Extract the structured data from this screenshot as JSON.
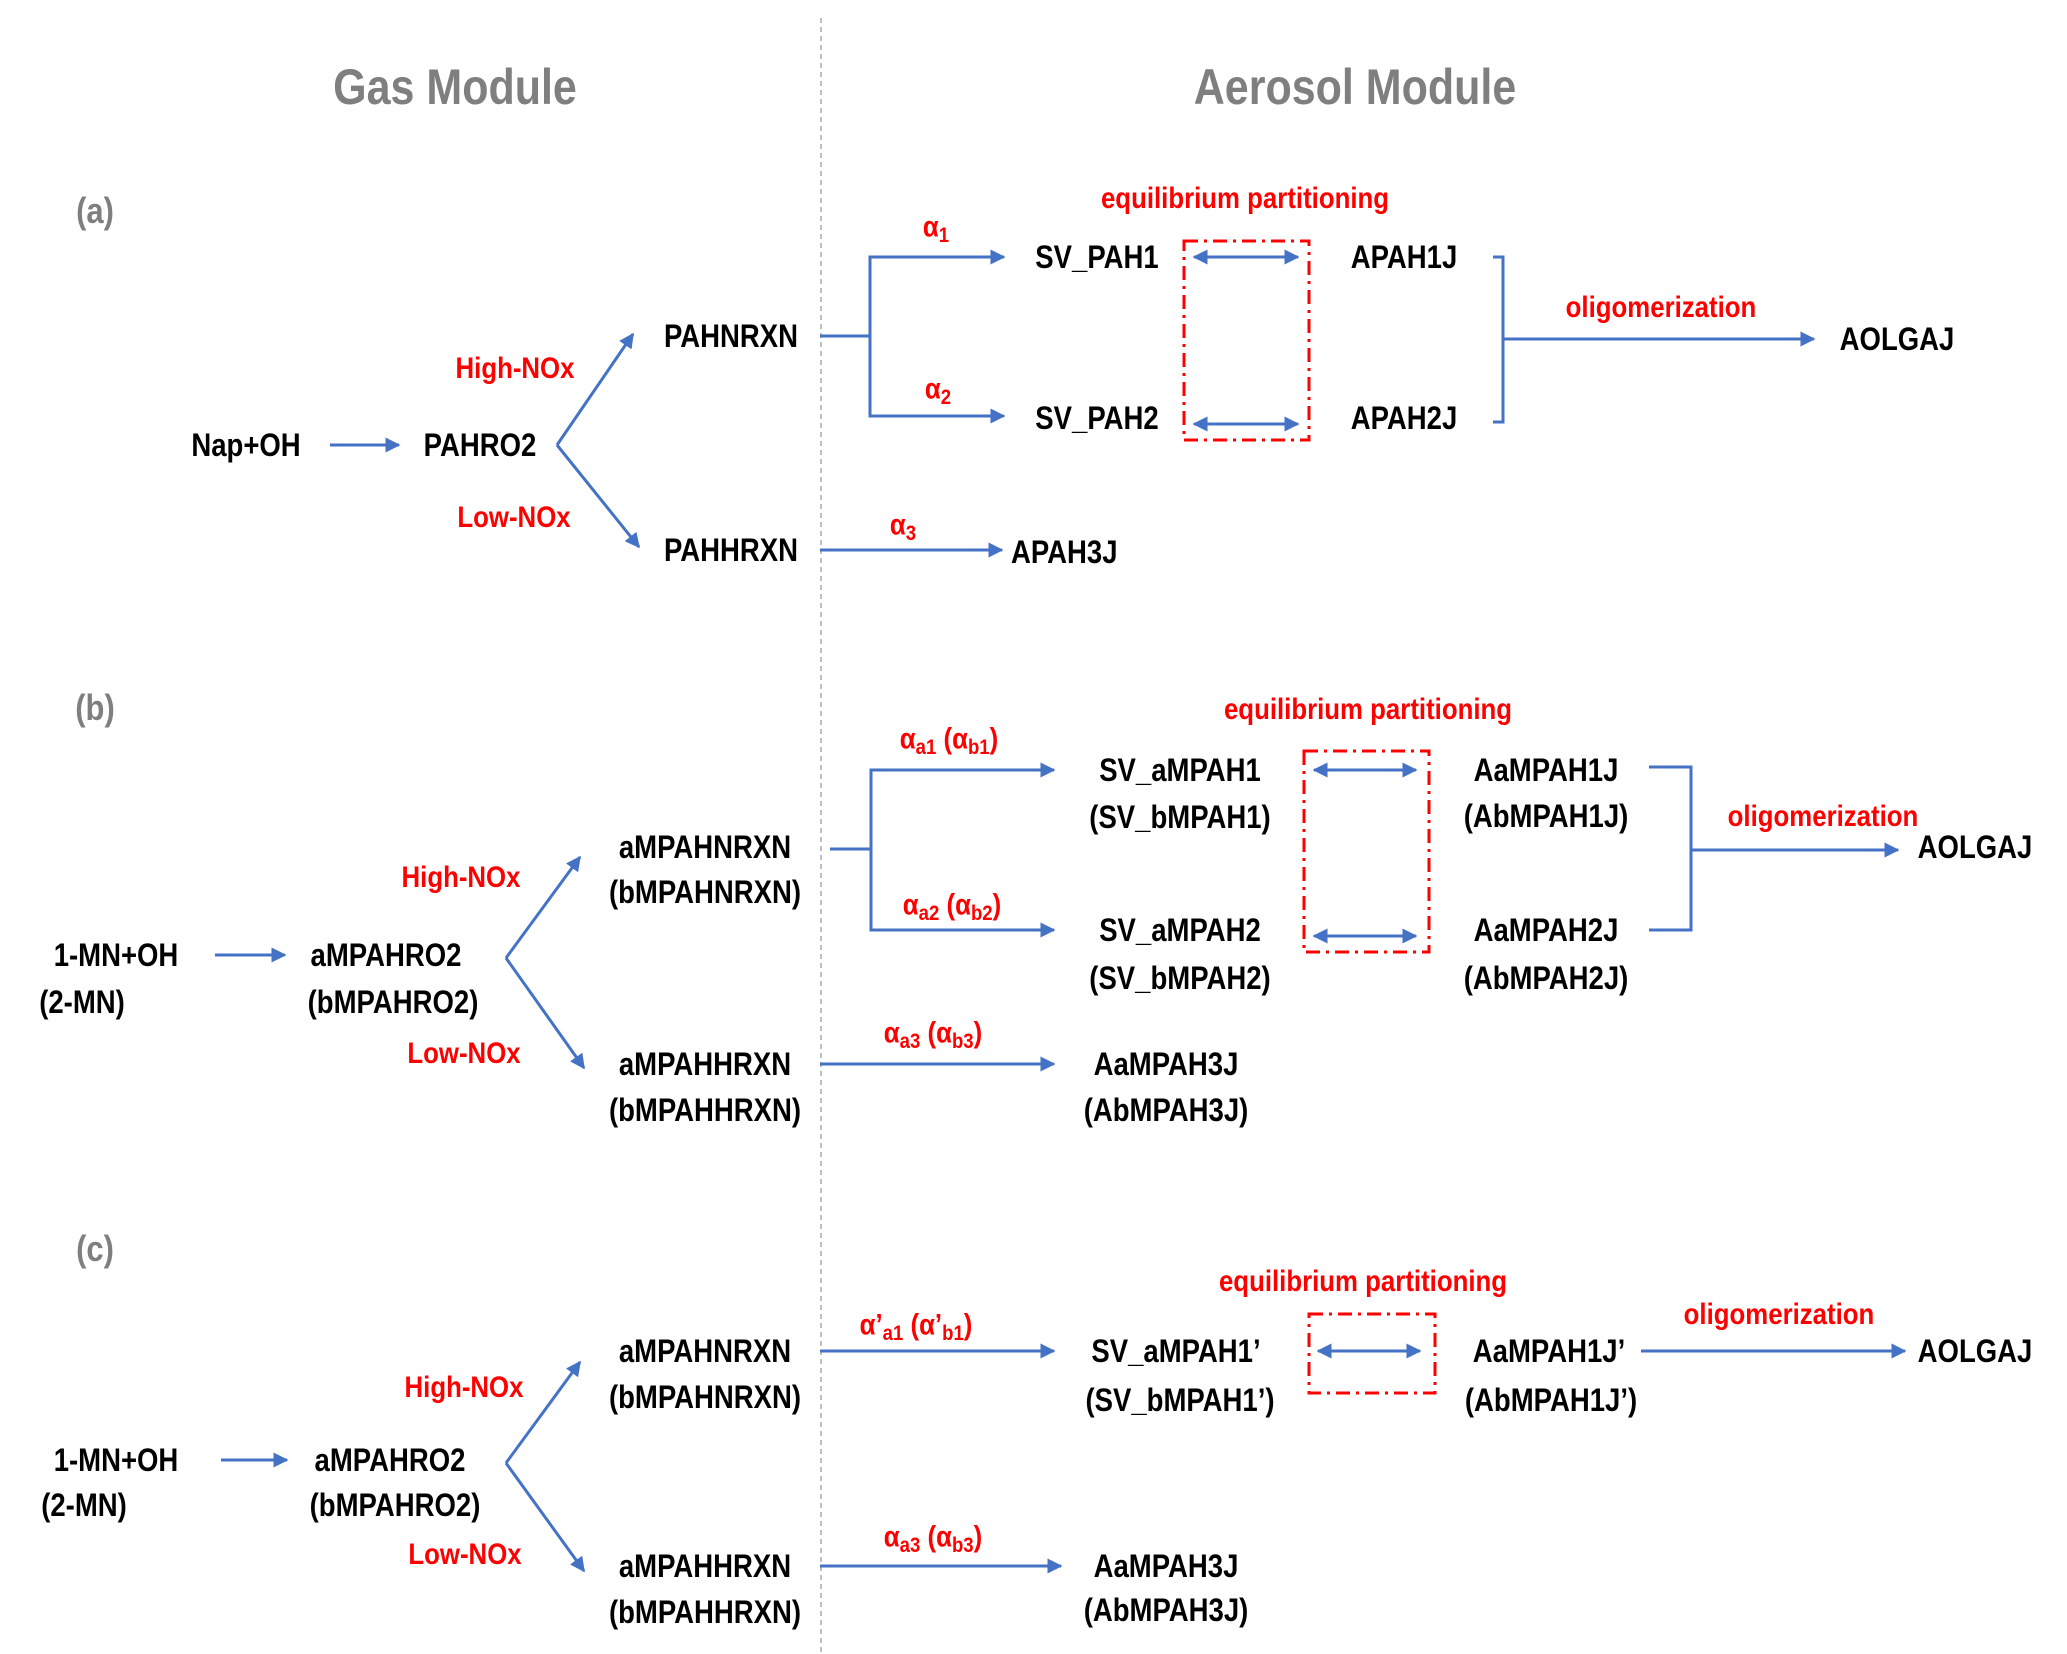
{
  "headers": {
    "gas": "Gas Module",
    "aerosol": "Aerosol Module"
  },
  "colors": {
    "arrow": "#4472c4",
    "red_text": "#ff0000",
    "partition_box": "#ff0000",
    "header": "#7f7f7f",
    "divider": "#bfbfbf"
  },
  "panels": {
    "a": {
      "label": "(a)",
      "reactant": "Nap+OH",
      "ro2": "PAHRO2",
      "high_nox": "High-NOx",
      "low_nox": "Low-NOx",
      "nrxn": "PAHNRXN",
      "hrxn": "PAHHRXN",
      "alpha1": {
        "sym": "α",
        "sub": "1"
      },
      "alpha2": {
        "sym": "α",
        "sub": "2"
      },
      "alpha3": {
        "sym": "α",
        "sub": "3"
      },
      "sv1": "SV_PAH1",
      "sv2": "SV_PAH2",
      "a1j": "APAH1J",
      "a2j": "APAH2J",
      "a3j": "APAH3J",
      "equilibrium": "equilibrium partitioning",
      "oligomerization": "oligomerization",
      "product": "AOLGAJ"
    },
    "b": {
      "label": "(b)",
      "reactant": "1-MN+OH",
      "reactant_alt": "(2-MN)",
      "ro2": "aMPAHRO2",
      "ro2_alt": "(bMPAHRO2)",
      "high_nox": "High-NOx",
      "low_nox": "Low-NOx",
      "nrxn": "aMPAHNRXN",
      "nrxn_alt": "(bMPAHNRXN)",
      "hrxn": "aMPAHHRXN",
      "hrxn_alt": "(bMPAHHRXN)",
      "alpha1": {
        "sym": "α",
        "sub": "a1",
        "alt_open": " (α",
        "alt_sub": "b1",
        "alt_close": ")"
      },
      "alpha2": {
        "sym": "α",
        "sub": "a2",
        "alt_open": " (α",
        "alt_sub": "b2",
        "alt_close": ")"
      },
      "alpha3": {
        "sym": "α",
        "sub": "a3",
        "alt_open": " (α",
        "alt_sub": "b3",
        "alt_close": ")"
      },
      "sv1": "SV_aMPAH1",
      "sv1_alt": "(SV_bMPAH1)",
      "sv2": "SV_aMPAH2",
      "sv2_alt": "(SV_bMPAH2)",
      "a1j": "AaMPAH1J",
      "a1j_alt": "(AbMPAH1J)",
      "a2j": "AaMPAH2J",
      "a2j_alt": "(AbMPAH2J)",
      "a3j": "AaMPAH3J",
      "a3j_alt": "(AbMPAH3J)",
      "equilibrium": "equilibrium partitioning",
      "oligomerization": "oligomerization",
      "product": "AOLGAJ"
    },
    "c": {
      "label": "(c)",
      "reactant": "1-MN+OH",
      "reactant_alt": "(2-MN)",
      "ro2": "aMPAHRO2",
      "ro2_alt": "(bMPAHRO2)",
      "high_nox": "High-NOx",
      "low_nox": "Low-NOx",
      "nrxn": "aMPAHNRXN",
      "nrxn_alt": "(bMPAHNRXN)",
      "hrxn": "aMPAHHRXN",
      "hrxn_alt": "(bMPAHHRXN)",
      "alpha1": {
        "sym": "α’",
        "sub": "a1",
        "alt_open": " (α’",
        "alt_sub": "b1",
        "alt_close": ")"
      },
      "alpha3": {
        "sym": "α",
        "sub": "a3",
        "alt_open": " (α",
        "alt_sub": "b3",
        "alt_close": ")"
      },
      "sv1": "SV_aMPAH1’",
      "sv1_alt": "(SV_bMPAH1’)",
      "a1j": "AaMPAH1J’",
      "a1j_alt": "(AbMPAH1J’)",
      "a3j": "AaMPAH3J",
      "a3j_alt": "(AbMPAH3J)",
      "equilibrium": "equilibrium partitioning",
      "oligomerization": "oligomerization",
      "product": "AOLGAJ"
    }
  }
}
